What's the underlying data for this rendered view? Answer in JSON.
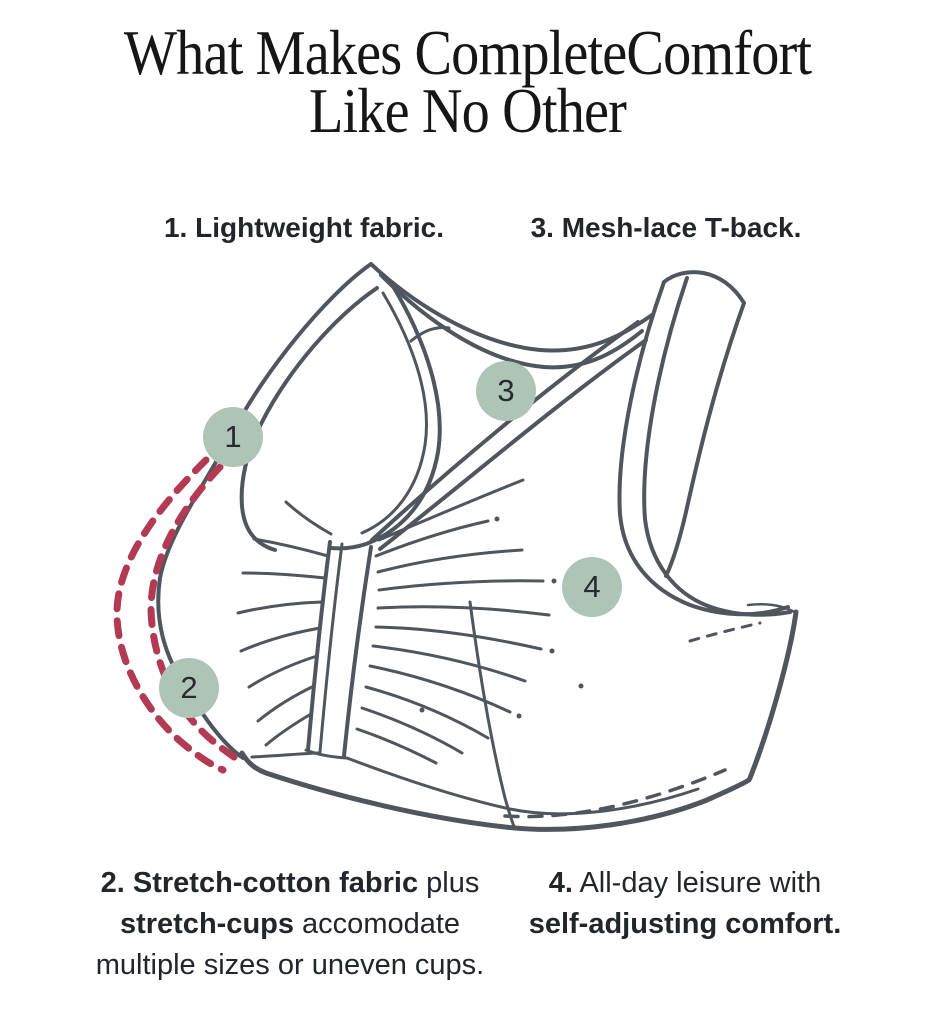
{
  "title": {
    "line1": "What Makes CompleteComfort",
    "line2": "Like No Other"
  },
  "labels": {
    "label1": "1. Lightweight fabric.",
    "label3": "3. Mesh-lace T-back."
  },
  "callouts": [
    {
      "number": "1"
    },
    {
      "number": "2"
    },
    {
      "number": "3"
    },
    {
      "number": "4"
    }
  ],
  "annotations": {
    "note2": {
      "lines": [
        [
          {
            "t": "2. Stretch-cotton fabric",
            "bold": true
          },
          {
            "t": " plus",
            "bold": false
          }
        ],
        [
          {
            "t": "stretch-cups",
            "bold": true
          },
          {
            "t": " accomodate",
            "bold": false
          }
        ],
        [
          {
            "t": "multiple sizes or uneven cups.",
            "bold": false
          }
        ]
      ]
    },
    "note4": {
      "lines": [
        [
          {
            "t": "4.",
            "bold": true
          },
          {
            "t": " All-day leisure with",
            "bold": false
          }
        ],
        [
          {
            "t": "self-adjusting comfort.",
            "bold": true
          }
        ]
      ]
    }
  },
  "colors": {
    "background": "#ffffff",
    "line_art": "#4f565d",
    "callout_circle": "#aec4b7",
    "dashed_accent": "#b23a54",
    "text": "#22262a"
  }
}
